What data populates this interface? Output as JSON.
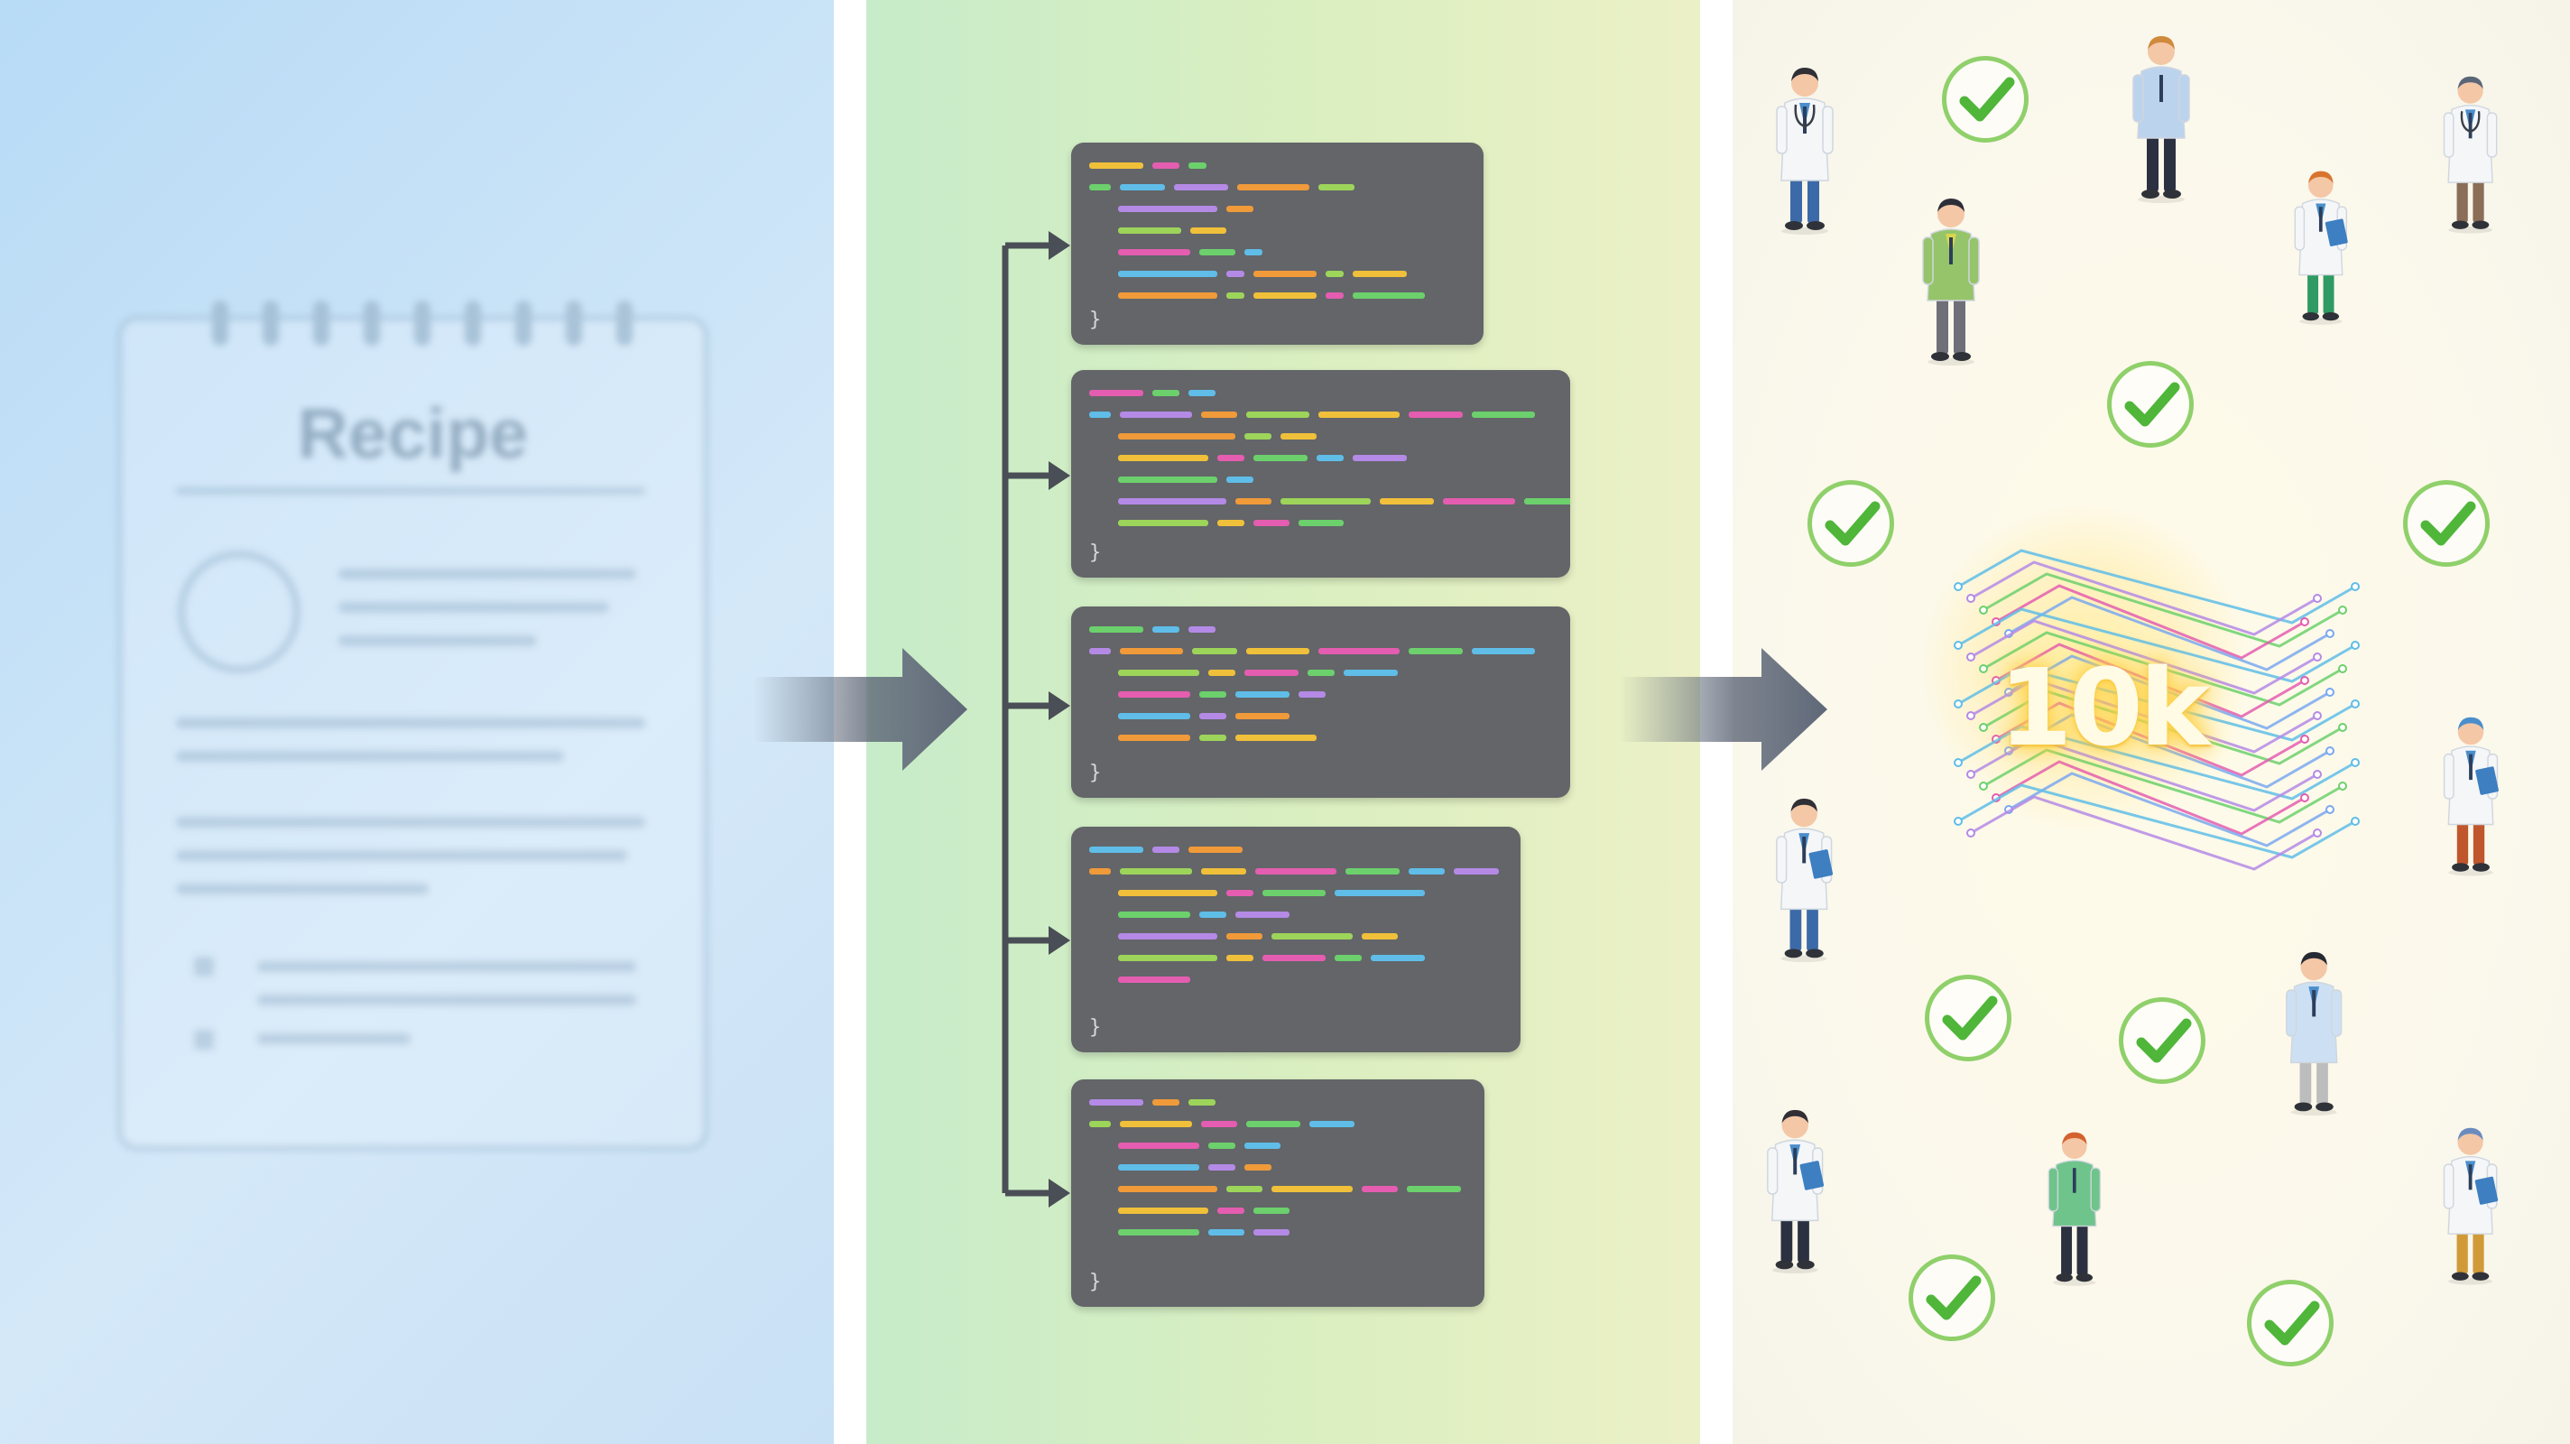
{
  "recipe": {
    "title": "Recipe"
  },
  "dataset": {
    "count_label": "10k"
  },
  "colors": {
    "code_bg": "#636569",
    "arrow": "#5f6878",
    "check": "#4fb63a",
    "syntax": [
      "#f0c03a",
      "#e45db0",
      "#6cd06c",
      "#5fbde8",
      "#b48ae6",
      "#f09a3a",
      "#9dd45a"
    ]
  },
  "icons": {
    "stage_arrow": "right-arrow",
    "branch_arrow": "right-arrow",
    "validation": "check-mark",
    "people": "person"
  }
}
